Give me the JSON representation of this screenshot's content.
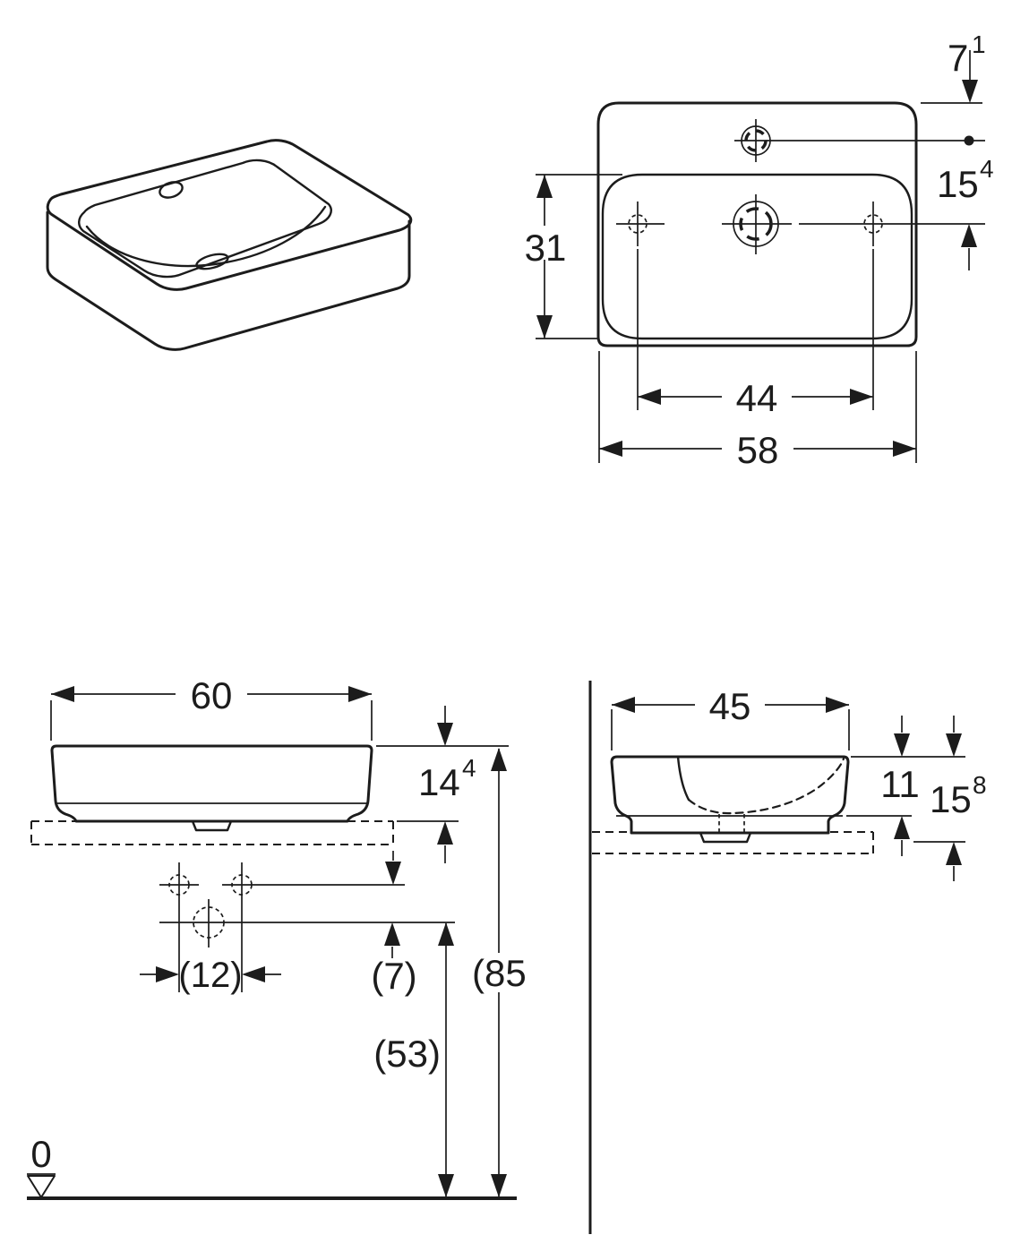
{
  "drawing": {
    "type": "sanitary-ware dimensional drawing",
    "subject": "rectangular lay-on washbasin, four orthographic/perspective views"
  },
  "colors": {
    "line": "#1c1c1c",
    "background": "#ffffff"
  },
  "views": {
    "top": {
      "dims": {
        "rear_to_taphole": {
          "value": "7",
          "sup": "1"
        },
        "taphole_to_drain": {
          "value": "15",
          "sup": "4"
        },
        "basin_depth": {
          "value": "31"
        },
        "connection_spacing": {
          "value": "44"
        },
        "overall_width": {
          "value": "58"
        }
      }
    },
    "front": {
      "dims": {
        "overall_width": {
          "value": "60"
        },
        "height_above_counter": {
          "value": "14",
          "sup": "4"
        },
        "connection_spacing": {
          "value": "(12)"
        },
        "connection_to_drain": {
          "value": "(7)"
        },
        "drain_height": {
          "value": "(53)"
        },
        "rim_height": {
          "value": "(85"
        },
        "floor_reference": {
          "value": "0"
        }
      }
    },
    "side": {
      "dims": {
        "overall_depth": {
          "value": "45"
        },
        "height_above_counter": {
          "value": "11"
        },
        "total_height": {
          "value": "15",
          "sup": "8"
        }
      }
    }
  }
}
